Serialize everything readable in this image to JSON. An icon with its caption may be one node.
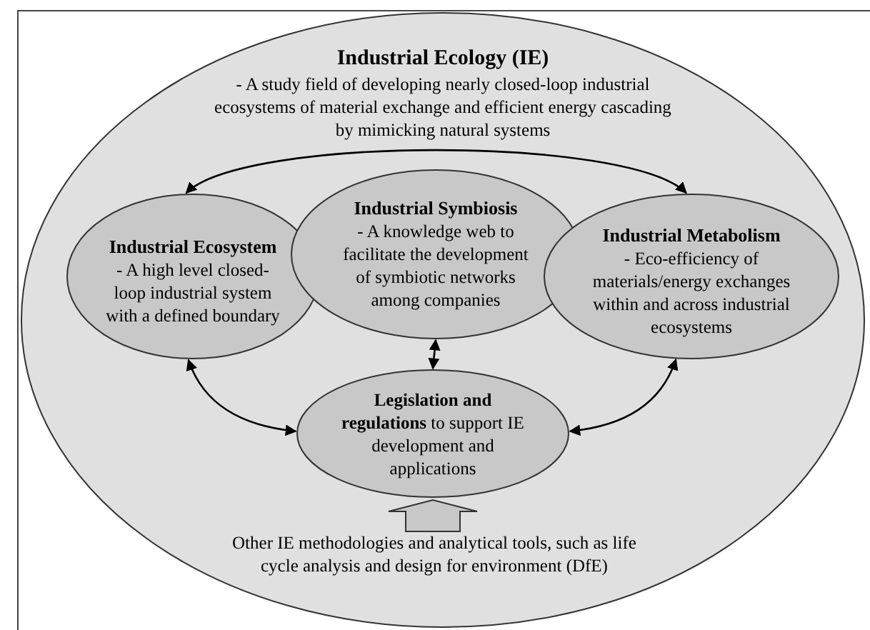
{
  "diagram": {
    "nodes": [
      {
        "text": [
          "Industrial Ecology (IE)",
          "- A study field of developing nearly closed-loop industrial ecosystems of material exchange and efficient energy cascading by mimicking natural systems"
        ]
      },
      {
        "text": [
          "Industrial Ecosystem",
          "- A high level closed-loop industrial system with a defined boundary"
        ],
        "in": 0
      },
      {
        "text": [
          "Industrial Symbiosis",
          "- A knowledge web to facilitate the development of symbiotic networks among companies"
        ],
        "in": 0
      },
      {
        "text": [
          "Industrial Metabolism",
          "- Eco-efficiency of materials/energy exchanges within and across industrial ecosystems"
        ],
        "in": 0
      },
      {
        "text": [
          "**Legislation and regulations** to support IE development and applications"
        ],
        "in": 0
      },
      {
        "text": [
          "Other IE methodologies and analytical tools, such as life cycle analysis and design for environment (DfE)"
        ],
        "in": 0
      }
    ],
    "edges": [
      {
        "from": 1,
        "to": 3,
        "arrow": "both"
      },
      {
        "from": 2,
        "to": 4,
        "arrow": "both"
      },
      {
        "from": 1,
        "to": 4,
        "arrow": "both"
      },
      {
        "from": 3,
        "to": 4,
        "arrow": "both"
      },
      {
        "from": 5,
        "to": 4,
        "arrow": "to",
        "style": "thick"
      }
    ]
  }
}
